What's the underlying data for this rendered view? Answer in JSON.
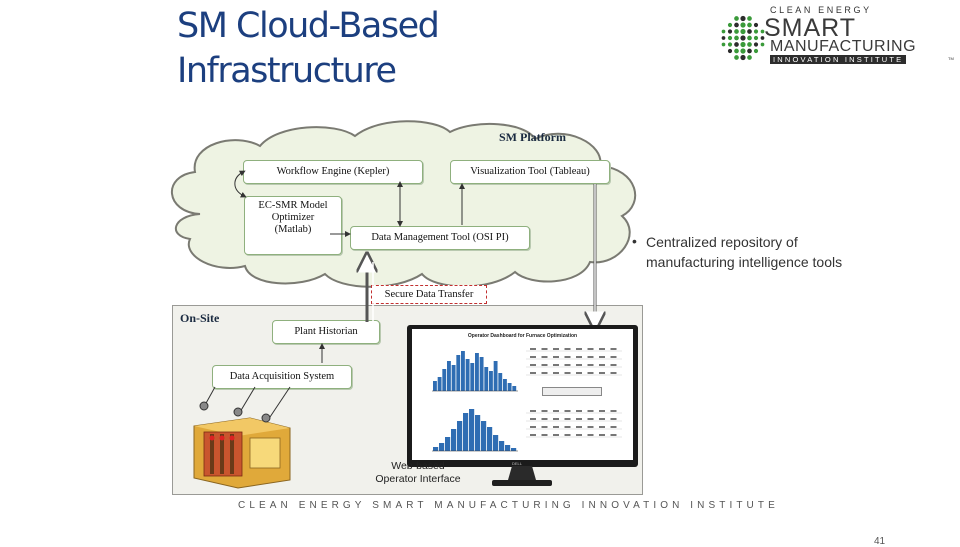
{
  "slide": {
    "title_line1": "SM Cloud-Based",
    "title_line2": "Infrastructure",
    "page_number": "41",
    "footer": "CLEAN ENERGY SMART MANUFACTURING INNOVATION INSTITUTE"
  },
  "logo": {
    "top": "CLEAN ENERGY",
    "line1": "SMART",
    "line2": "MANUFACTURING",
    "line3": "INNOVATION INSTITUTE",
    "tm": "TM"
  },
  "diagram": {
    "platform_label": "SM Platform",
    "workflow_engine": "Workflow Engine (Kepler)",
    "visualization_tool": "Visualization Tool (Tableau)",
    "model_optimizer": "EC-SMR Model Optimizer (Matlab)",
    "model_optimizer_l1": "EC-SMR Model",
    "model_optimizer_l2": "Optimizer",
    "model_optimizer_l3": "(Matlab)",
    "data_management": "Data Management Tool (OSI PI)",
    "secure_transfer": "Secure Data Transfer",
    "onsite_label": "On-Site",
    "plant_historian": "Plant Historian",
    "data_acquisition": "Data Acquisition System",
    "web_interface_l1": "Web-based",
    "web_interface_l2": "Operator Interface",
    "dashboard_title": "Operator Dashboard for Furnace Optimization",
    "monitor_brand": "DELL"
  },
  "bullet": {
    "text": "Centralized repository of manufacturing intelligence tools"
  },
  "colors": {
    "title": "#1c3f7f",
    "cloud_fill": "#eef3e3",
    "cloud_stroke": "#7a7a72",
    "bar_blue": "#2f6db3",
    "secure_border": "#c23030",
    "logo_green": "#3a9a3a"
  }
}
